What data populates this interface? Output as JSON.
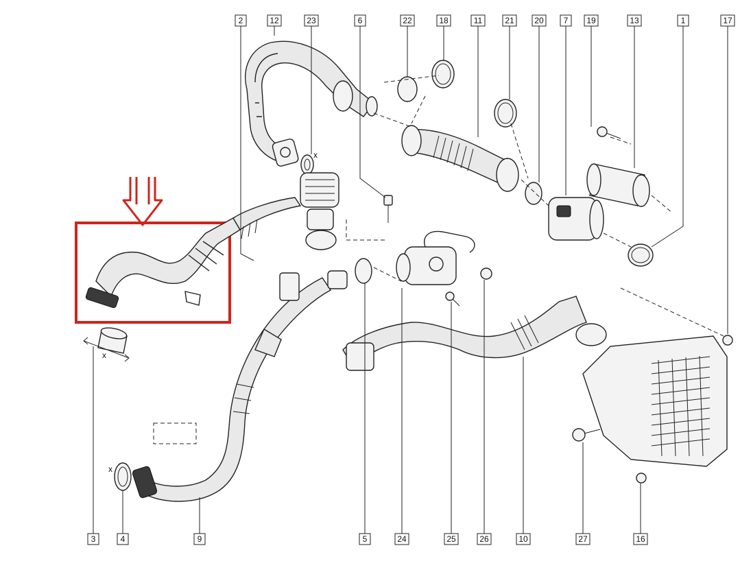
{
  "diagram": {
    "highlight_color": "#d0241c",
    "callouts": [
      {
        "id": "c2",
        "label": "2"
      },
      {
        "id": "c12",
        "label": "12"
      },
      {
        "id": "c23",
        "label": "23"
      },
      {
        "id": "c6",
        "label": "6"
      },
      {
        "id": "c22",
        "label": "22"
      },
      {
        "id": "c18",
        "label": "18"
      },
      {
        "id": "c11",
        "label": "11"
      },
      {
        "id": "c21",
        "label": "21"
      },
      {
        "id": "c20",
        "label": "20"
      },
      {
        "id": "c7",
        "label": "7"
      },
      {
        "id": "c19",
        "label": "19"
      },
      {
        "id": "c13",
        "label": "13"
      },
      {
        "id": "c1",
        "label": "1"
      },
      {
        "id": "c17",
        "label": "17"
      },
      {
        "id": "c3",
        "label": "3"
      },
      {
        "id": "c4",
        "label": "4"
      },
      {
        "id": "c9",
        "label": "9"
      },
      {
        "id": "c5",
        "label": "5"
      },
      {
        "id": "c24",
        "label": "24"
      },
      {
        "id": "c25",
        "label": "25"
      },
      {
        "id": "c26",
        "label": "26"
      },
      {
        "id": "c10",
        "label": "10"
      },
      {
        "id": "c27",
        "label": "27"
      },
      {
        "id": "c16",
        "label": "16"
      }
    ],
    "dimension_marks": [
      {
        "id": "x3",
        "label": "x"
      },
      {
        "id": "x4",
        "label": "x"
      },
      {
        "id": "x23",
        "label": "x"
      }
    ]
  }
}
